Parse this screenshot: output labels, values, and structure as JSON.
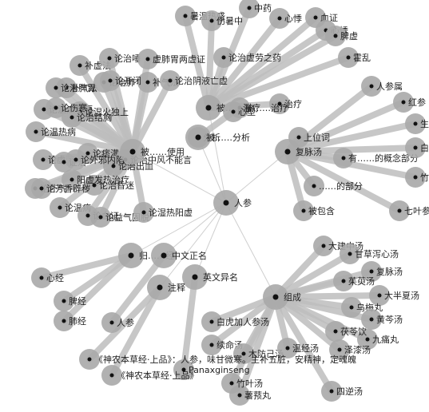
{
  "graph": {
    "colors": {
      "halo": "#a9a9a9",
      "dot": "#111111",
      "edge": "#bdbdbd",
      "text": "#222222"
    },
    "root": "人参",
    "groups": [
      {
        "label": "被……使用",
        "children": [
          "补虚法",
          "论治唾",
          "虚肺胃两虚证",
          "补气法",
          "论治肺",
          "补气法",
          "论治脾胃",
          "论开闭",
          "论治阴液亡虚",
          "论温病气短",
          "论湿火独上",
          "论治结胸",
          "论伤寒",
          "论温热病",
          "论虚劳",
          "论补气",
          "论痞满",
          "论治中风不能言",
          "证治",
          "论治出血",
          "论治昏迷",
          "论外邪内陷",
          "阳虚发热治疗",
          "论芳香辟秽",
          "论温病",
          "论血证",
          "论益气固脱",
          "论湿热阳虚"
        ]
      },
      {
        "label": "被……治疗",
        "children": [
          "暑温热盛",
          "伤暑中",
          "中药",
          "心悸",
          "血证",
          "心悸",
          "脾虚",
          "霍乱",
          "论治虚劳之药",
          "治疗",
          "被……治疗"
        ]
      },
      {
        "label": "被……分析",
        "children": [
          "分析",
          "心型"
        ]
      },
      {
        "label": "复脉汤",
        "children": [
          "上位词",
          "有……的概念部分",
          "……的部分",
          "被包含",
          "人参属",
          "红参",
          "生晒参",
          "白参",
          "竹节参",
          "七叶参"
        ]
      },
      {
        "label": "组成",
        "children": [
          "大建中汤",
          "甘草泻心汤",
          "复脉汤",
          "茱萸汤",
          "大半夏汤",
          "乌梅丸",
          "黄芩汤",
          "九痛丸",
          "茯苓饮",
          "泽漆汤",
          "薯蓣丸",
          "竹叶汤",
          "白虎加人参汤",
          "续命汤",
          "木防己汤",
          "温经汤",
          "四逆汤"
        ]
      },
      {
        "label": "归……经",
        "children": [
          "心经",
          "脾经",
          "肺经"
        ]
      },
      {
        "label": "中文正名",
        "children": [
          "人参"
        ]
      },
      {
        "label": "英文异名",
        "children": [
          "Panaxginseng"
        ]
      },
      {
        "label": "注释",
        "children": [
          "《神农本草经·上品》：人参，味甘微寒。主补五脏，安精神，定魂魄",
          "《神农本草经·上品》"
        ]
      }
    ]
  }
}
